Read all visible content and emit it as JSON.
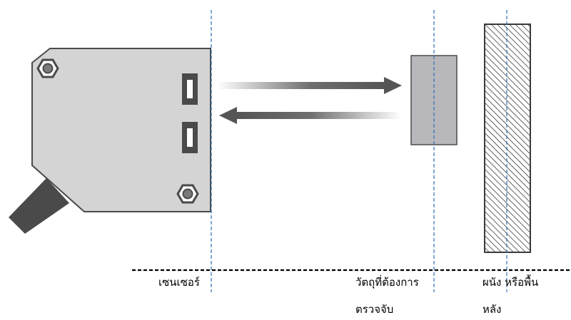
{
  "labels": {
    "sensor": "เซนเซอร์",
    "target_line1": "วัตถุที่ต้องการ",
    "target_line2": "ตรวจจับ",
    "background_line1": "ผนัง หรือพื้น",
    "background_line2": "หลัง"
  },
  "colors": {
    "sensor_body": "#d4d4d4",
    "sensor_outline": "#4a4a4a",
    "target_fill": "#b8b8bc",
    "background_hatch": "#3a3a3a",
    "arrow": "#555555",
    "guide_line": "#2e6fb5",
    "baseline": "#000000"
  },
  "icons": {
    "sensor_mount_hole": "hex-nut-icon",
    "emitter_window": "slot-icon",
    "receiver_window": "slot-icon"
  }
}
